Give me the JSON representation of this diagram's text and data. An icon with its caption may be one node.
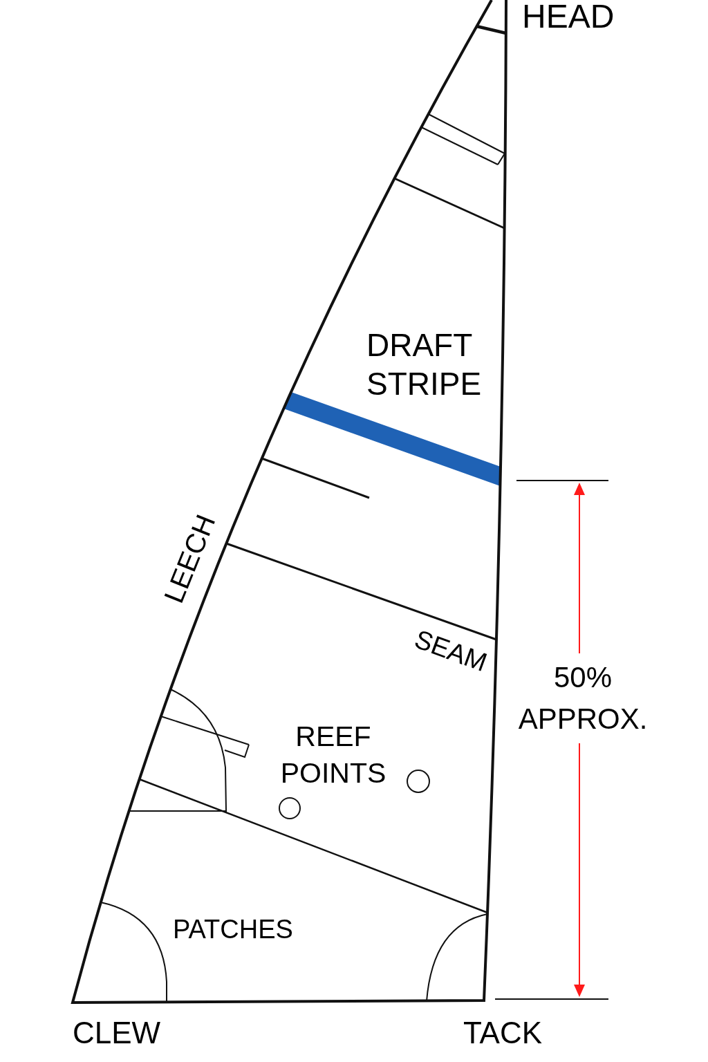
{
  "diagram": {
    "labels": [
      "HEAD",
      "DRAFT STRIPE",
      "LEECH",
      "SEAM",
      "50% APPROX.",
      "REEF POINTS",
      "PATCHES",
      "CLEW",
      "TACK"
    ]
  }
}
